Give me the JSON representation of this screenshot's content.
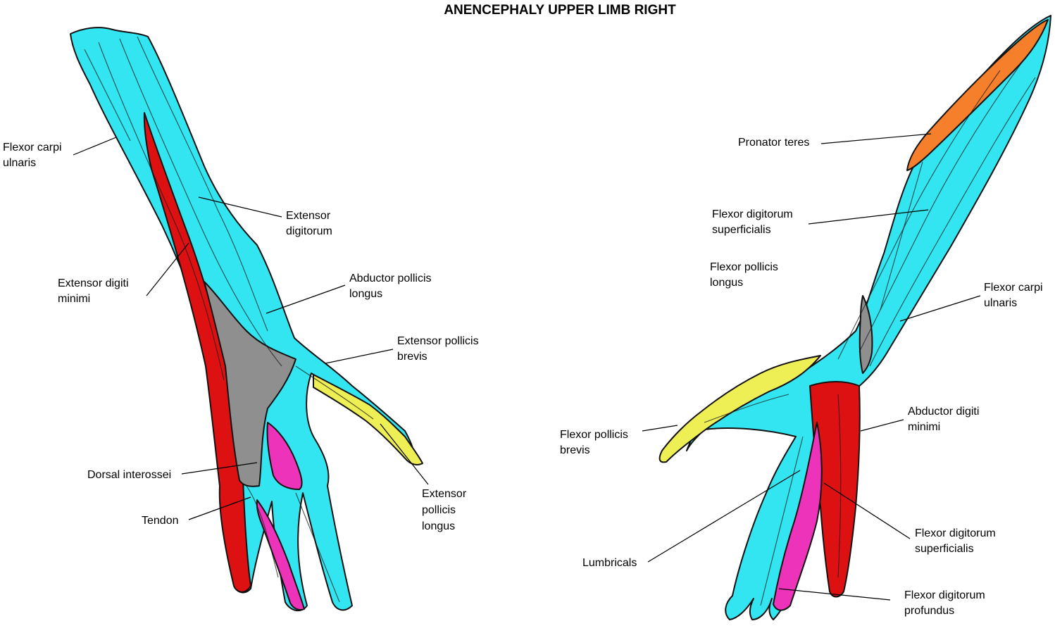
{
  "title": "ANENCEPHALY UPPER LIMB RIGHT",
  "colors": {
    "muscle": "#33e5f0",
    "red_muscle": "#dd1111",
    "magenta": "#ee33bb",
    "yellow": "#eeee55",
    "orange": "#f57f2a",
    "bone_gray": "#8f8f8f"
  },
  "left_labels": {
    "flexor_carpi_ulnaris": [
      "Flexor carpi",
      "ulnaris"
    ],
    "extensor_digitorum": [
      "Extensor",
      "digitorum"
    ],
    "extensor_digiti_minimi": [
      "Extensor digiti",
      "minimi"
    ],
    "abductor_pollicis_longus": [
      "Abductor pollicis",
      "longus"
    ],
    "extensor_pollicis_brevis": [
      "Extensor pollicis",
      "brevis"
    ],
    "dorsal_interossei": "Dorsal interossei",
    "tendon": "Tendon",
    "extensor_pollicis_longus": [
      "Extensor",
      "pollicis",
      "longus"
    ]
  },
  "right_labels": {
    "pronator_teres": "Pronator teres",
    "flexor_digitorum_superficialis_top": [
      "Flexor digitorum",
      "superficialis"
    ],
    "flexor_pollicis_longus": [
      "Flexor pollicis",
      "longus"
    ],
    "flexor_carpi_ulnaris": [
      "Flexor carpi",
      "ulnaris"
    ],
    "abductor_digiti_minimi": [
      "Abductor digiti",
      "minimi"
    ],
    "flexor_pollicis_brevis": [
      "Flexor pollicis",
      "brevis"
    ],
    "lumbricals": "Lumbricals",
    "flexor_digitorum_superficialis_bottom": [
      "Flexor digitorum",
      "superficialis"
    ],
    "flexor_digitorum_profundus": [
      "Flexor digitorum",
      "profundus"
    ]
  }
}
